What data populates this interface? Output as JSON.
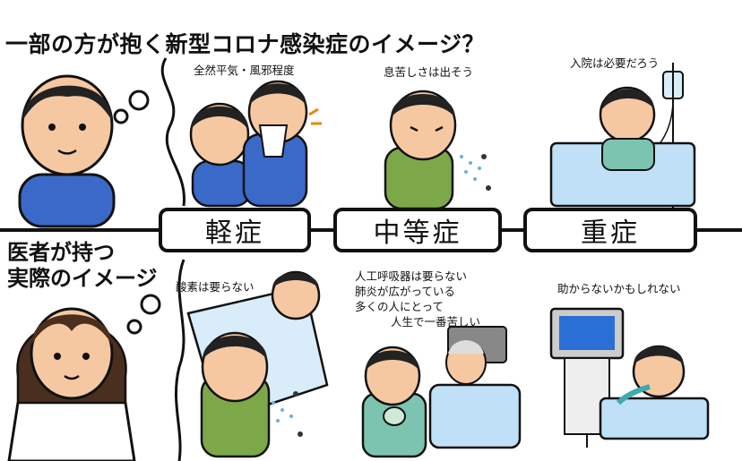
{
  "title": "一部の方が抱く新型コロナ感染症のイメージ？",
  "subtitle": "医者が持つ\n実際のイメージ",
  "severity": [
    "軽症",
    "中等症",
    "重症"
  ],
  "top_captions": [
    "全然平気・風邪程度",
    "息苦しさは出そう",
    "入院は必要だろう"
  ],
  "bottom_captions": {
    "mild": "酸素は要らない",
    "moderate_1": "人工呼吸器は要らない",
    "moderate_2": "肺炎が広がっている",
    "moderate_3": "多くの人にとって",
    "moderate_4": "人生で一番苦しい",
    "severe": "助からないかもしれない"
  },
  "colors": {
    "line": "#111111",
    "shirt_blue": "#3a69c8",
    "shirt_green": "#7da84a",
    "hospital": "#bfe0f6",
    "skin": "#f6c8a2"
  }
}
